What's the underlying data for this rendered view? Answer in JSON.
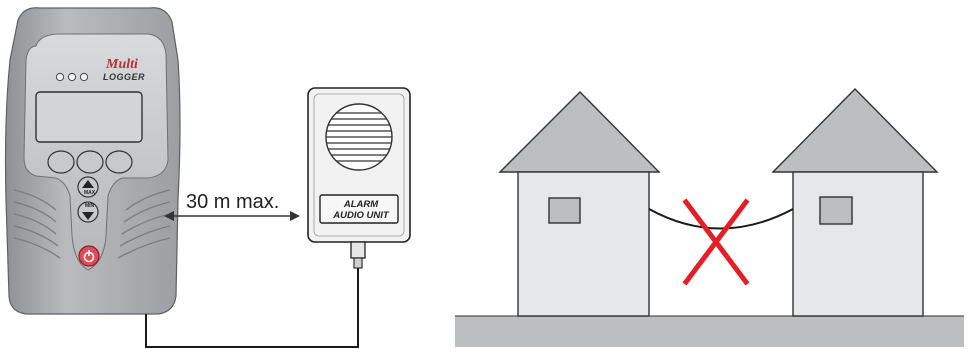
{
  "device": {
    "logo_line1": "Multi",
    "logo_line2": "LOGGER",
    "max_label": "MAX",
    "min_label": "MIN"
  },
  "distance_label": "30 m max.",
  "alarm_unit": {
    "line1": "ALARM",
    "line2": "AUDIO UNIT"
  },
  "colors": {
    "device_body": "#a7a9ac",
    "house_wall": "#e6e7e8",
    "house_roof": "#bcbec0",
    "ground": "#bcbec0",
    "cross": "#e31e24",
    "power_button": "#e24a57"
  }
}
